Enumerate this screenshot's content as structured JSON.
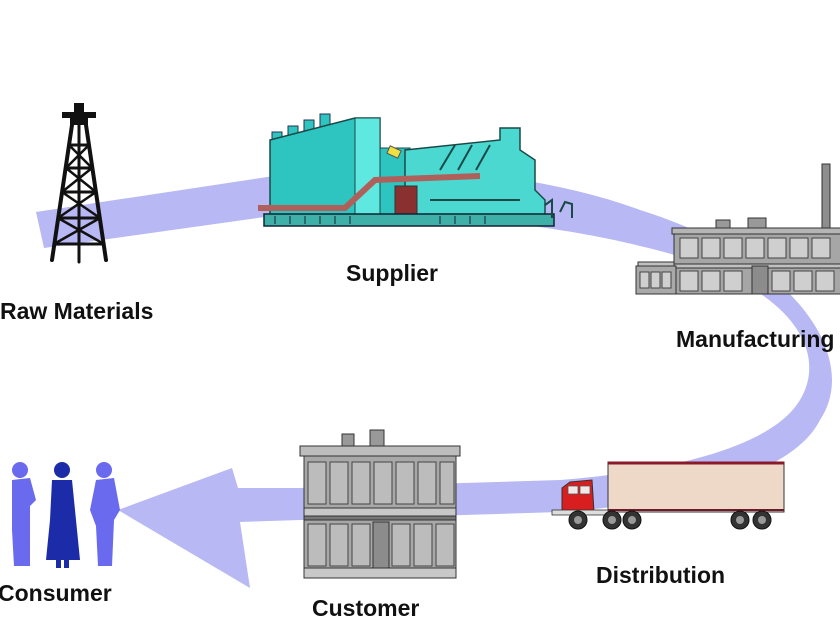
{
  "diagram": {
    "title": "Supply Chain Flow",
    "flow_color": "#b8b8f4",
    "stages": [
      {
        "id": "raw-materials",
        "label": "Raw Materials",
        "icon": "oil-derrick-icon"
      },
      {
        "id": "supplier",
        "label": "Supplier",
        "icon": "power-plant-icon"
      },
      {
        "id": "manufacturing",
        "label": "Manufacturing",
        "icon": "factory-icon"
      },
      {
        "id": "distribution",
        "label": "Distribution",
        "icon": "truck-icon"
      },
      {
        "id": "customer",
        "label": "Customer",
        "icon": "store-building-icon"
      },
      {
        "id": "consumer",
        "label": "Consumer",
        "icon": "people-icon"
      }
    ],
    "colors": {
      "supplier_body": "#2ec4c0",
      "supplier_light": "#5fe8e0",
      "supplier_pipe": "#b0605a",
      "building_gray": "#9a9a9a",
      "truck_cab": "#d81e1e",
      "trailer": "#eed8c8",
      "people_light": "#6a6aee",
      "people_dark": "#1c2ca8"
    }
  }
}
